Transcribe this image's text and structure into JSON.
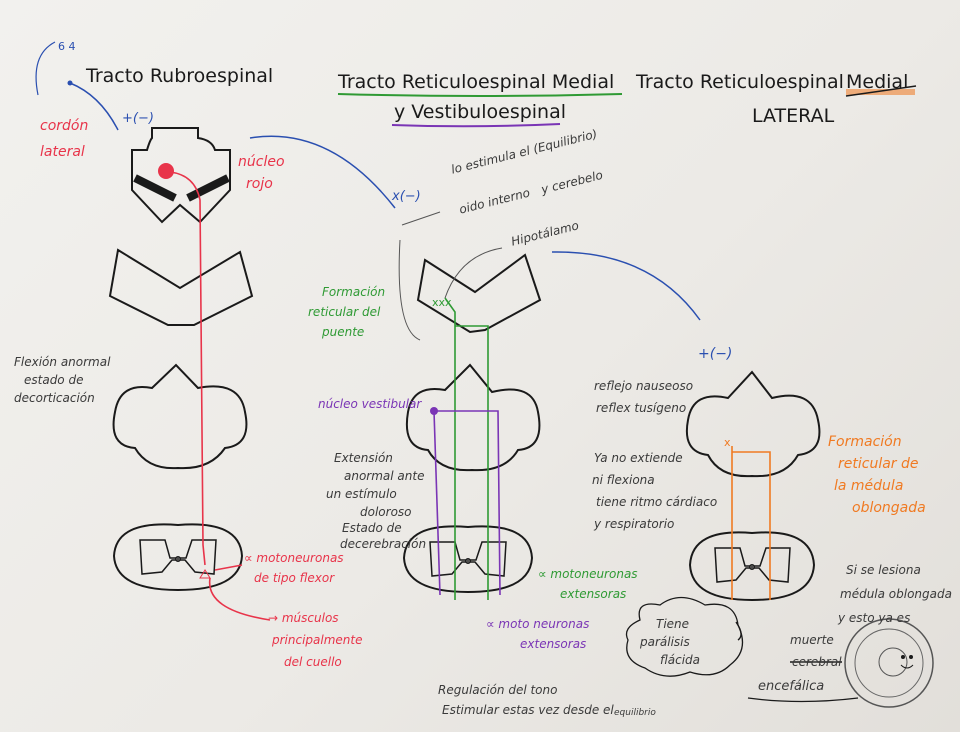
{
  "titles": {
    "rubro": "Tracto Rubroespinal",
    "retic_medial_1": "Tracto Reticuloespinal Medial",
    "retic_medial_2": "y Vestibuloespinal",
    "retic_lateral_1": "Tracto Reticuloespinal",
    "retic_lateral_strike": "Medial",
    "retic_lateral_2": "LATERAL"
  },
  "left": {
    "cordon_1": "cordón",
    "cordon_2": "lateral",
    "nucleo_1": "núcleo",
    "nucleo_2": "rojo",
    "flexion_1": "Flexión anormal",
    "flexion_2": "estado de",
    "flexion_3": "decorticación",
    "alpha_1": "∝ motoneuronas",
    "alpha_2": "de tipo flexor",
    "musculos_1": "→ músculos",
    "musculos_2": "principalmente",
    "musculos_3": "del cuello",
    "sign": "+(−)"
  },
  "middle": {
    "sign": "x(−)",
    "estimula_1": "lo estimula el (Equilibrio)",
    "estimula_2": "oido interno",
    "estimula_3": "y cerebelo",
    "hipotalamo": "Hipotálamo",
    "formacion_1": "Formación",
    "formacion_2": "reticular del",
    "formacion_3": "puente",
    "nucleo_vest": "núcleo vestibular",
    "extension_1": "Extensión",
    "extension_2": "anormal ante",
    "extension_3": "un estímulo",
    "extension_4": "doloroso",
    "extension_5": "Estado de",
    "extension_6": "decerebración",
    "alpha_ext_1": "∝ motoneuronas",
    "alpha_ext_2": "extensoras",
    "alpha_moto_1": "∝ moto neuronas",
    "alpha_moto_2": "extensoras",
    "regulacion_1": "Regulación del tono",
    "regulacion_2": "Estimular estas vez desde el",
    "regulacion_3": "equilibrio"
  },
  "right": {
    "sign": "+(−)",
    "reflejo_1": "reflejo nauseoso",
    "reflejo_2": "reflex tusígeno",
    "ya_1": "Ya no extiende",
    "ya_2": "ni flexiona",
    "ya_3": "tiene ritmo cárdiaco",
    "ya_4": "y respiratorio",
    "formacion_1": "Formación",
    "formacion_2": "reticular de",
    "formacion_3": "la médula",
    "formacion_4": "oblongada",
    "si_1": "Si se lesiona",
    "si_2": "médula oblongada",
    "si_3": "y esto ya es",
    "muerte": "muerte",
    "cerebral": "cerebral",
    "encefalica": "encefálica",
    "tiene_1": "Tiene",
    "tiene_2": "parálisis",
    "tiene_3": "flácida"
  },
  "colors": {
    "red": "#e8344a",
    "green": "#2f9a34",
    "purple": "#7a35b5",
    "orange": "#f07a22",
    "blue": "#2a4fb0",
    "ink": "#1a1a1a"
  }
}
